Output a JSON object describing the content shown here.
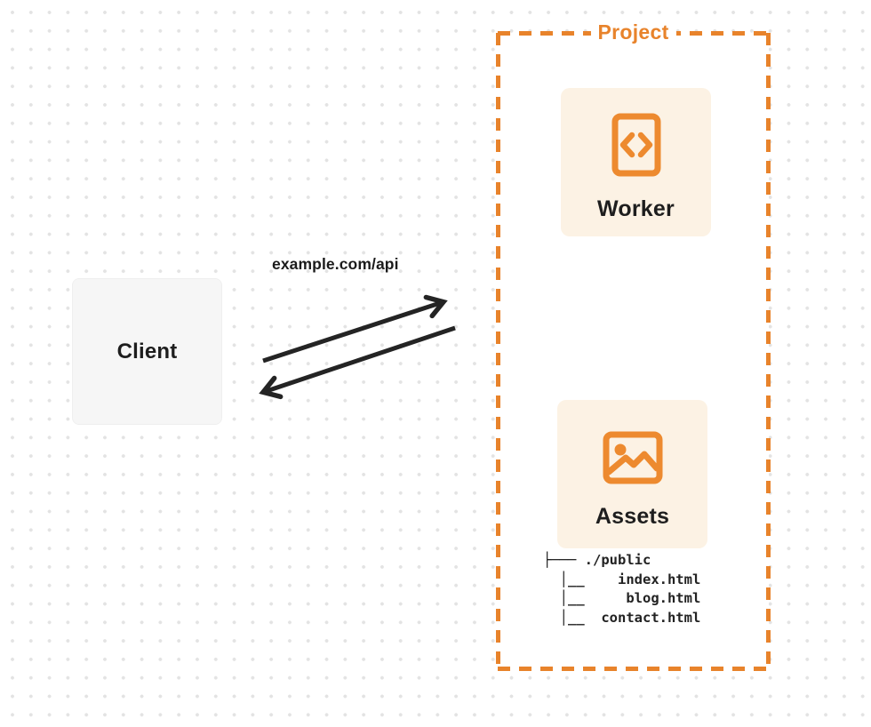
{
  "diagram": {
    "client": {
      "label": "Client"
    },
    "request": {
      "url_label": "example.com/api"
    },
    "project": {
      "title": "Project",
      "worker": {
        "label": "Worker",
        "icon": "code-file-icon"
      },
      "assets": {
        "label": "Assets",
        "icon": "image-icon"
      },
      "file_tree": {
        "lines": [
          "├─── ./public",
          "  │__    index.html",
          "  │__     blog.html",
          "  │__  contact.html"
        ]
      }
    },
    "colors": {
      "accent_orange": "#e8832b",
      "icon_orange": "#ed8a2f",
      "card_background": "#fcf2e4",
      "client_background": "#f6f6f6",
      "arrow_black": "#242424",
      "dot_grid_gray": "#e3e3e3"
    }
  }
}
